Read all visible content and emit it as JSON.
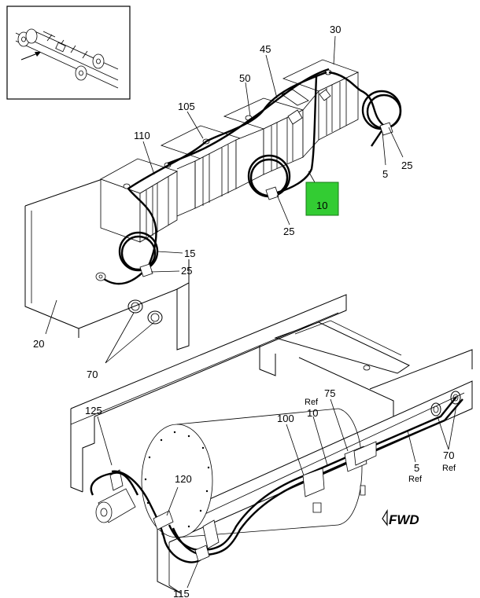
{
  "callouts": {
    "c30": "30",
    "c45": "45",
    "c50": "50",
    "c105": "105",
    "c110": "110",
    "c10_highlight": "10",
    "c5_upper": "5",
    "c25_right": "25",
    "c25_mid": "25",
    "c15": "15",
    "c25_left": "25",
    "c20": "20",
    "c70_left": "70",
    "c125": "125",
    "c100": "100",
    "c10_ref": "10",
    "c10_ref_tag": "Ref",
    "c75": "75",
    "c5_lower": "5",
    "c5_ref_tag": "Ref",
    "c70_right": "70",
    "c70_ref_tag": "Ref",
    "c120": "120",
    "c115": "115",
    "fwd": "FWD"
  },
  "colors": {
    "highlight": "#33cc33",
    "line": "#000000",
    "background": "#ffffff"
  },
  "icons": [
    "locator-inset",
    "fwd-arrow-icon"
  ]
}
